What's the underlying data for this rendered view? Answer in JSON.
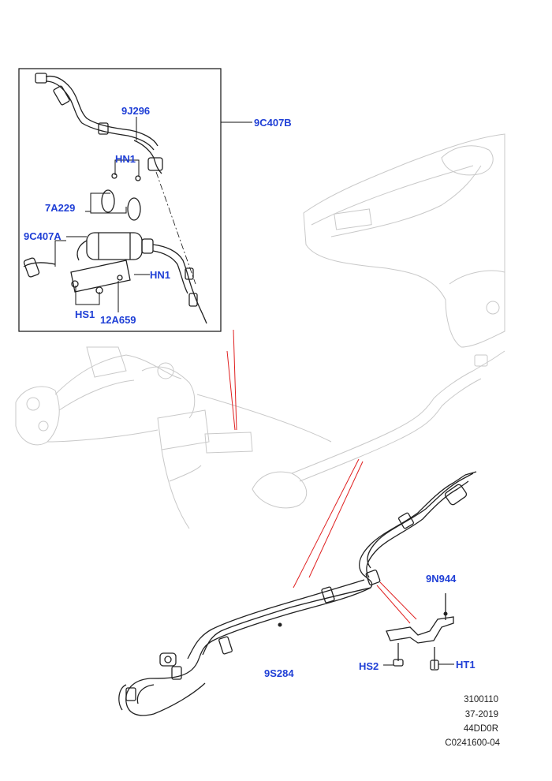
{
  "callouts": {
    "c9J296": "9J296",
    "c9C407B": "9C407B",
    "cHN1_top": "HN1",
    "c7A229": "7A229",
    "c9C407A": "9C407A",
    "cHN1_right": "HN1",
    "cHS1": "HS1",
    "c12A659": "12A659",
    "c9N944": "9N944",
    "c9S284": "9S284",
    "cHS2": "HS2",
    "cHT1": "HT1"
  },
  "reference": {
    "line1": "3100110",
    "line2": "37-2019",
    "line3": "44DD0R",
    "line4": "C0241600-04"
  },
  "colors": {
    "callout": "#1f3fd6",
    "leader_red": "#e02020",
    "ghost": "#c9c9c9",
    "part": "#222222"
  }
}
